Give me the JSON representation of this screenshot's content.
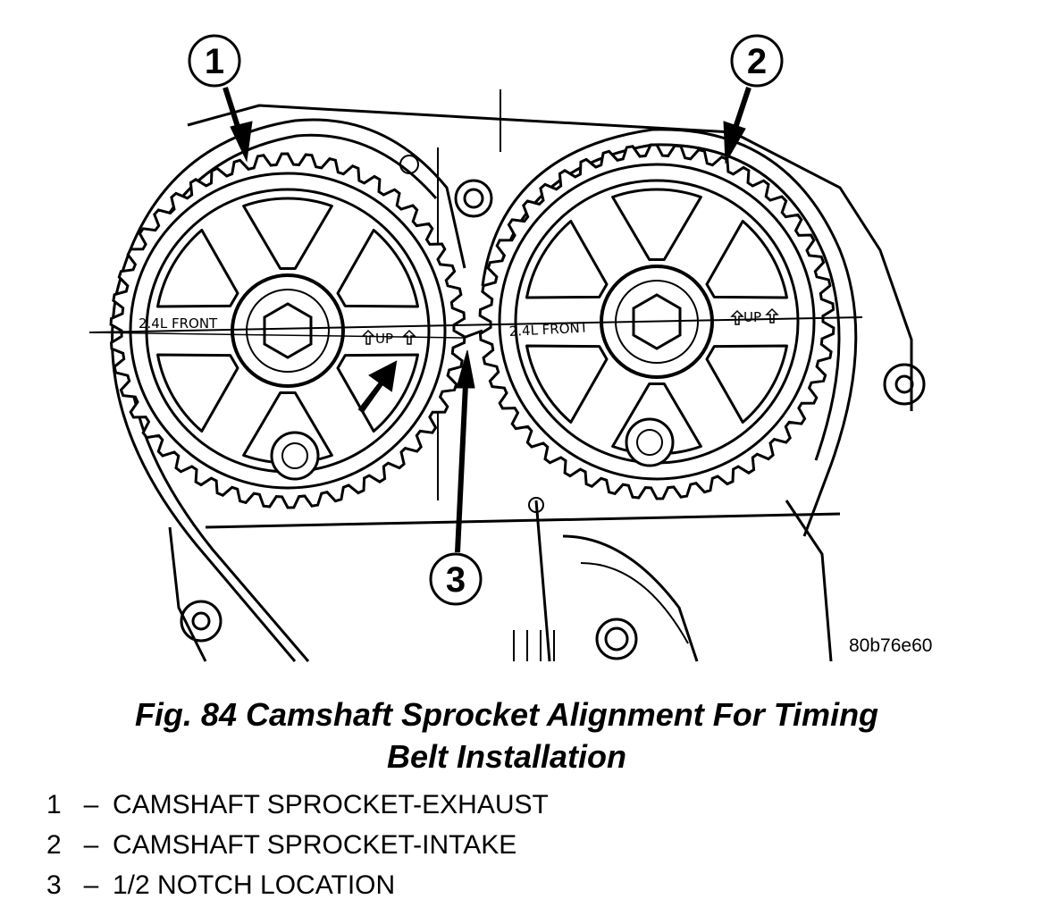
{
  "diagram": {
    "callouts": [
      "1",
      "2",
      "3"
    ],
    "left_sprocket": {
      "front_mark": "2.4L FRONT",
      "up_mark": "UP"
    },
    "right_sprocket": {
      "front_mark": "2.4L FRONT",
      "up_mark": "UP"
    },
    "image_code": "80b76e60"
  },
  "caption": {
    "line1": "Fig. 84 Camshaft Sprocket Alignment For Timing",
    "line2": "Belt Installation"
  },
  "legend": [
    {
      "num": "1",
      "dash": "–",
      "text": "CAMSHAFT SPROCKET-EXHAUST"
    },
    {
      "num": "2",
      "dash": "–",
      "text": "CAMSHAFT SPROCKET-INTAKE"
    },
    {
      "num": "3",
      "dash": "–",
      "text": "1/2 NOTCH LOCATION"
    }
  ]
}
